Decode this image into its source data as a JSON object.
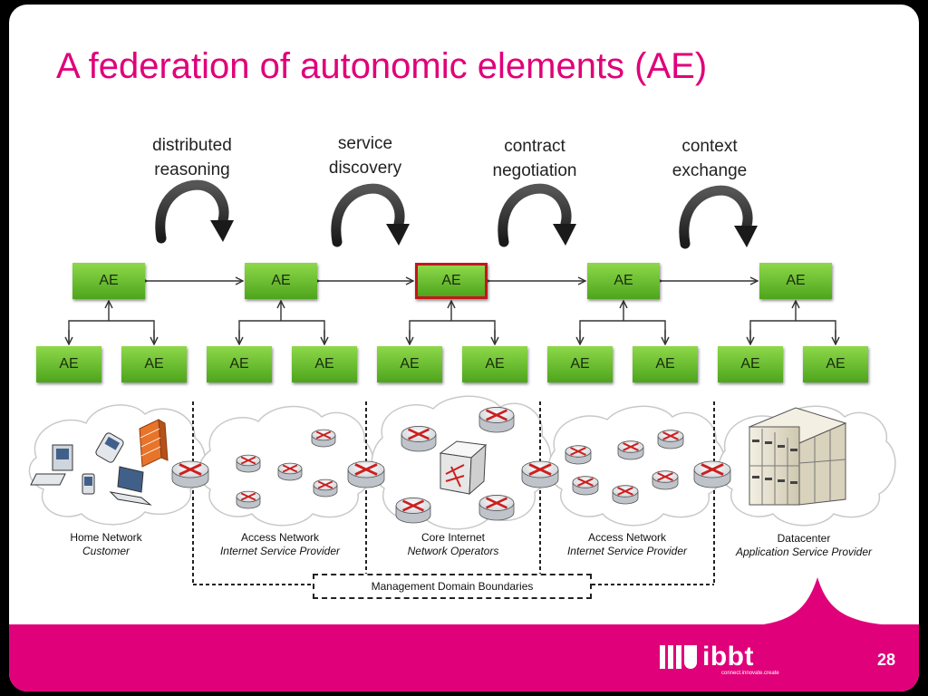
{
  "slide": {
    "title": "A federation of autonomic elements (AE)",
    "page_number": "28"
  },
  "processes": [
    {
      "line1": "distributed",
      "line2": "reasoning"
    },
    {
      "line1": "service",
      "line2": "discovery"
    },
    {
      "line1": "contract",
      "line2": "negotiation"
    },
    {
      "line1": "context",
      "line2": "exchange"
    }
  ],
  "ae_label": "AE",
  "domains": [
    {
      "name": "Home Network",
      "role": "Customer"
    },
    {
      "name": "Access Network",
      "role": "Internet Service Provider"
    },
    {
      "name": "Core Internet",
      "role": "Network Operators"
    },
    {
      "name": "Access Network",
      "role": "Internet Service Provider"
    },
    {
      "name": "Datacenter",
      "role": "Application Service Provider"
    }
  ],
  "boundary_label": "Management Domain Boundaries",
  "logo": {
    "name": "ibbt",
    "tagline": "connect.innovate.create"
  },
  "colors": {
    "title": "#e0007a",
    "band": "#e0007a",
    "ae_green": "#6cc033",
    "selected_border": "#c4161c",
    "router": "#cc1f1f"
  }
}
